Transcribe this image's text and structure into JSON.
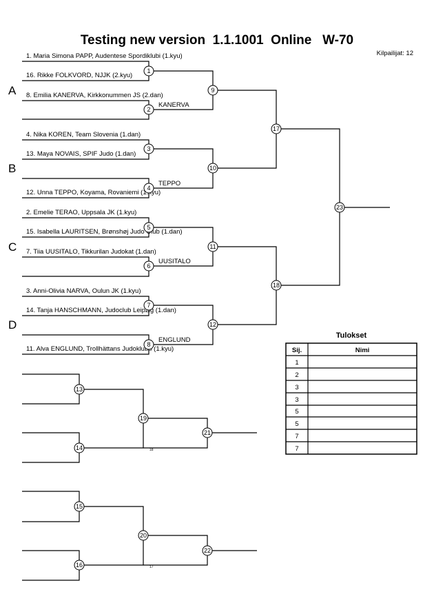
{
  "header": {
    "title": "Testing new version  1.1.1001  Online   W-70",
    "competitors": "Kilpailijat: 12"
  },
  "pools": [
    "A",
    "B",
    "C",
    "D"
  ],
  "entries": [
    "1. Maria Simona PAPP, Audentese Spordiklubi (1.kyu)",
    "16. Rikke FOLKVORD, NJJK (2.kyu)",
    "8. Emilia KANERVA, Kirkkonummen JS (2.dan)",
    "4. Nika KOREN, Team Slovenia (1.dan)",
    "13. Maya NOVAIS, SPIF Judo (1.dan)",
    "12. Unna TEPPO, Koyama, Rovaniemi (1.kyu)",
    "2. Emelie TERAO, Uppsala JK (1.kyu)",
    "15. Isabella LAURITSEN, Brønshøj Judo Club (1.dan)",
    "7. Tiia UUSITALO, Tikkurilan Judokat (1.dan)",
    "3. Anni-Olivia NARVA, Oulun JK (1.kyu)",
    "14. Tanja HANSCHMANN, Judoclub Leipzig (1.dan)",
    "11. Alva ENGLUND, Trollhättans Judoklubb (1.kyu)"
  ],
  "winners": [
    "KANERVA",
    "TEPPO",
    "UUSITALO",
    "ENGLUND"
  ],
  "matches": [
    "1",
    "2",
    "3",
    "4",
    "5",
    "6",
    "7",
    "8",
    "9",
    "10",
    "11",
    "12",
    "13",
    "14",
    "15",
    "16",
    "17",
    "18",
    "19",
    "20",
    "21",
    "22",
    "23"
  ],
  "small_notes": [
    "18",
    "17"
  ],
  "results": {
    "title": "Tulokset",
    "col_place": "Sij.",
    "col_name": "Nimi",
    "places": [
      "1",
      "2",
      "3",
      "3",
      "5",
      "5",
      "7",
      "7"
    ]
  }
}
